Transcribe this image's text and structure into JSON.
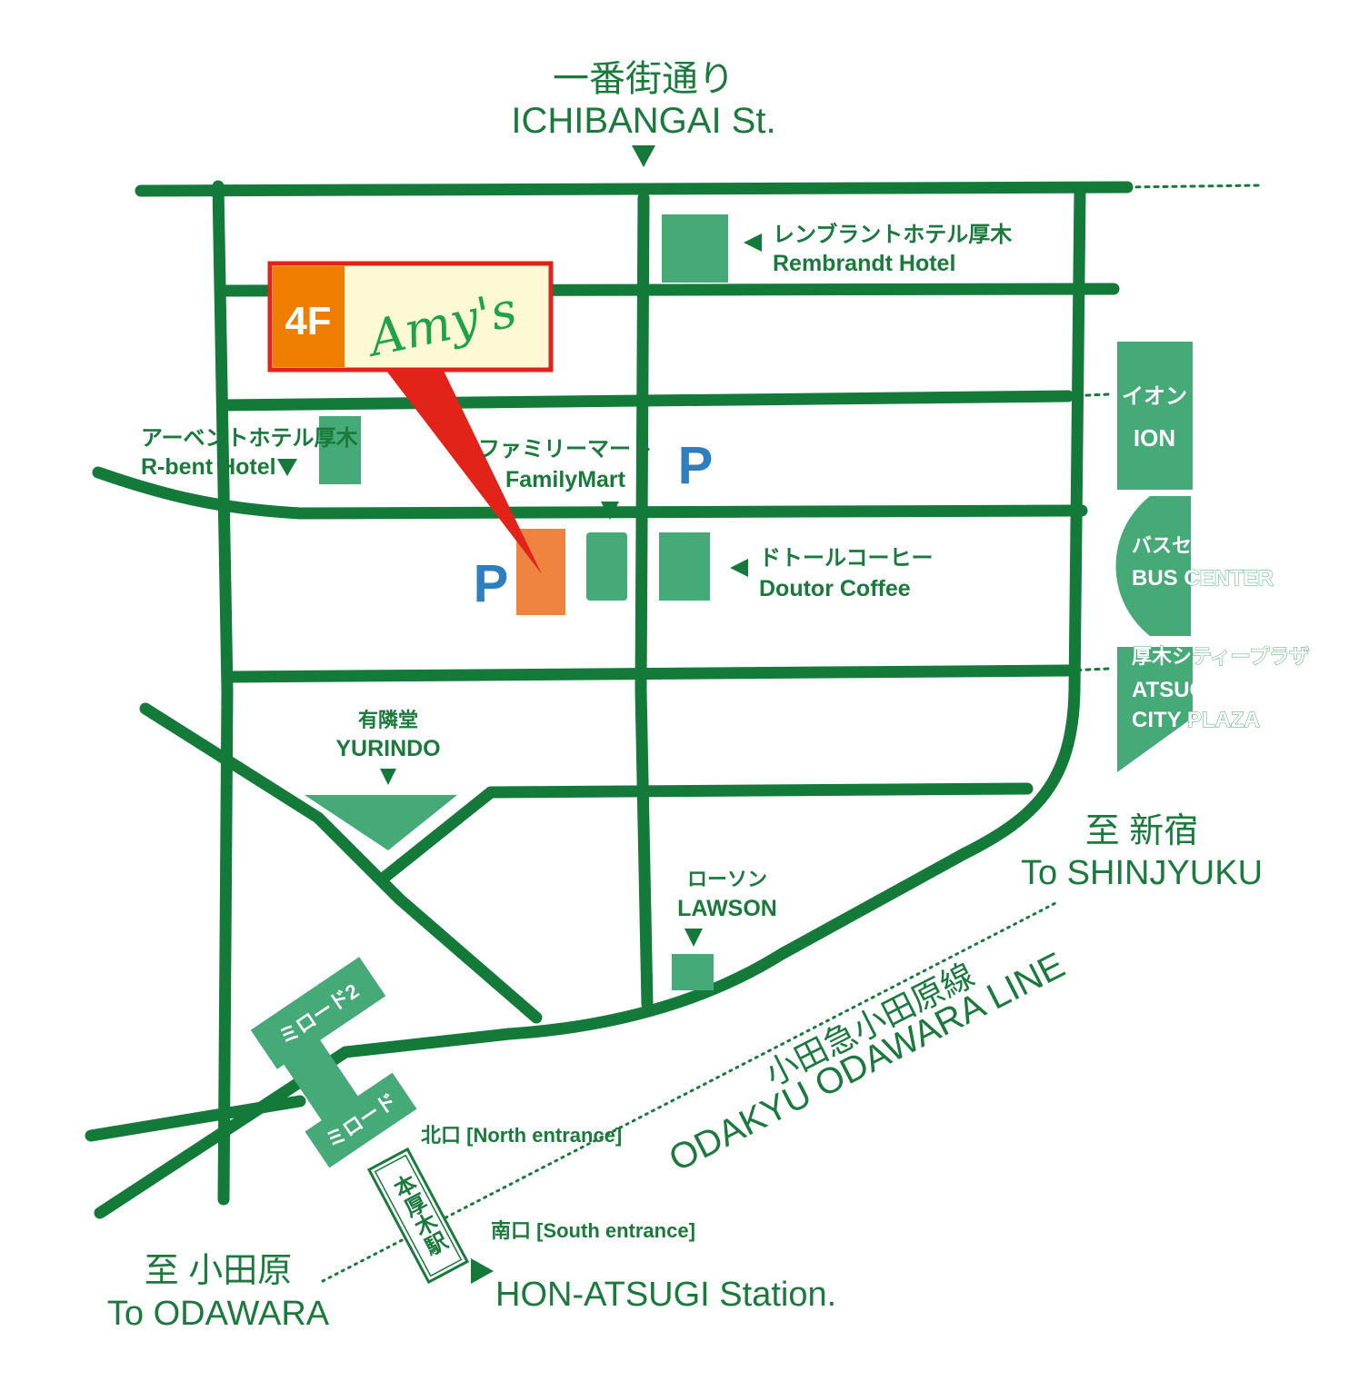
{
  "colors": {
    "road": "#137a3a",
    "building": "#46a978",
    "text": "#1a7a3c",
    "highlight_red": "#e2231a",
    "highlight_orange": "#ee8440",
    "tag_orange": "#ee7d00",
    "tag_cream": "#fdf9d4",
    "parking_blue": "#2f7ec0"
  },
  "street": {
    "name_ja": "一番街通り",
    "name_en": "ICHIBANGAI St."
  },
  "amys": {
    "floor": "4F",
    "name": "Amy's"
  },
  "places": {
    "rembrandt": {
      "ja": "レンブラントホテル厚木",
      "en": "Rembrandt Hotel"
    },
    "rbent": {
      "ja": "アーベントホテル厚木",
      "en": "R-bent Hotel"
    },
    "familymart": {
      "ja": "ファミリーマート",
      "en": "FamilyMart"
    },
    "doutor": {
      "ja": "ドトールコーヒー",
      "en": "Doutor Coffee"
    },
    "ion": {
      "ja": "イオン",
      "en": "ION"
    },
    "bus_center": {
      "ja": "バスセンター",
      "en": "BUS CENTER"
    },
    "city_plaza": {
      "ja": "厚木シティープラザ",
      "en_1": "ATSUGI",
      "en_2": "CITY PLAZA"
    },
    "yurindo": {
      "ja": "有隣堂",
      "en": "YURINDO"
    },
    "lawson": {
      "ja": "ローソン",
      "en": "LAWSON"
    },
    "miroad2": {
      "label": "ミロード2"
    },
    "miroad": {
      "label": "ミロード"
    },
    "station_box": {
      "label": "本厚木駅"
    },
    "north_entrance": {
      "label": "北口 [North entrance]"
    },
    "south_entrance": {
      "label": "南口 [South entrance]"
    },
    "hon_atsugi": {
      "label": "HON-ATSUGI Station."
    }
  },
  "parking": {
    "symbol": "P"
  },
  "railway": {
    "name_ja": "小田急小田原線",
    "name_en": "ODAKYU ODAWARA LINE"
  },
  "directions": {
    "shinjuku": {
      "ja": "至 新宿",
      "en": "To SHINJYUKU"
    },
    "odawara": {
      "ja": "至 小田原",
      "en": "To ODAWARA"
    }
  }
}
